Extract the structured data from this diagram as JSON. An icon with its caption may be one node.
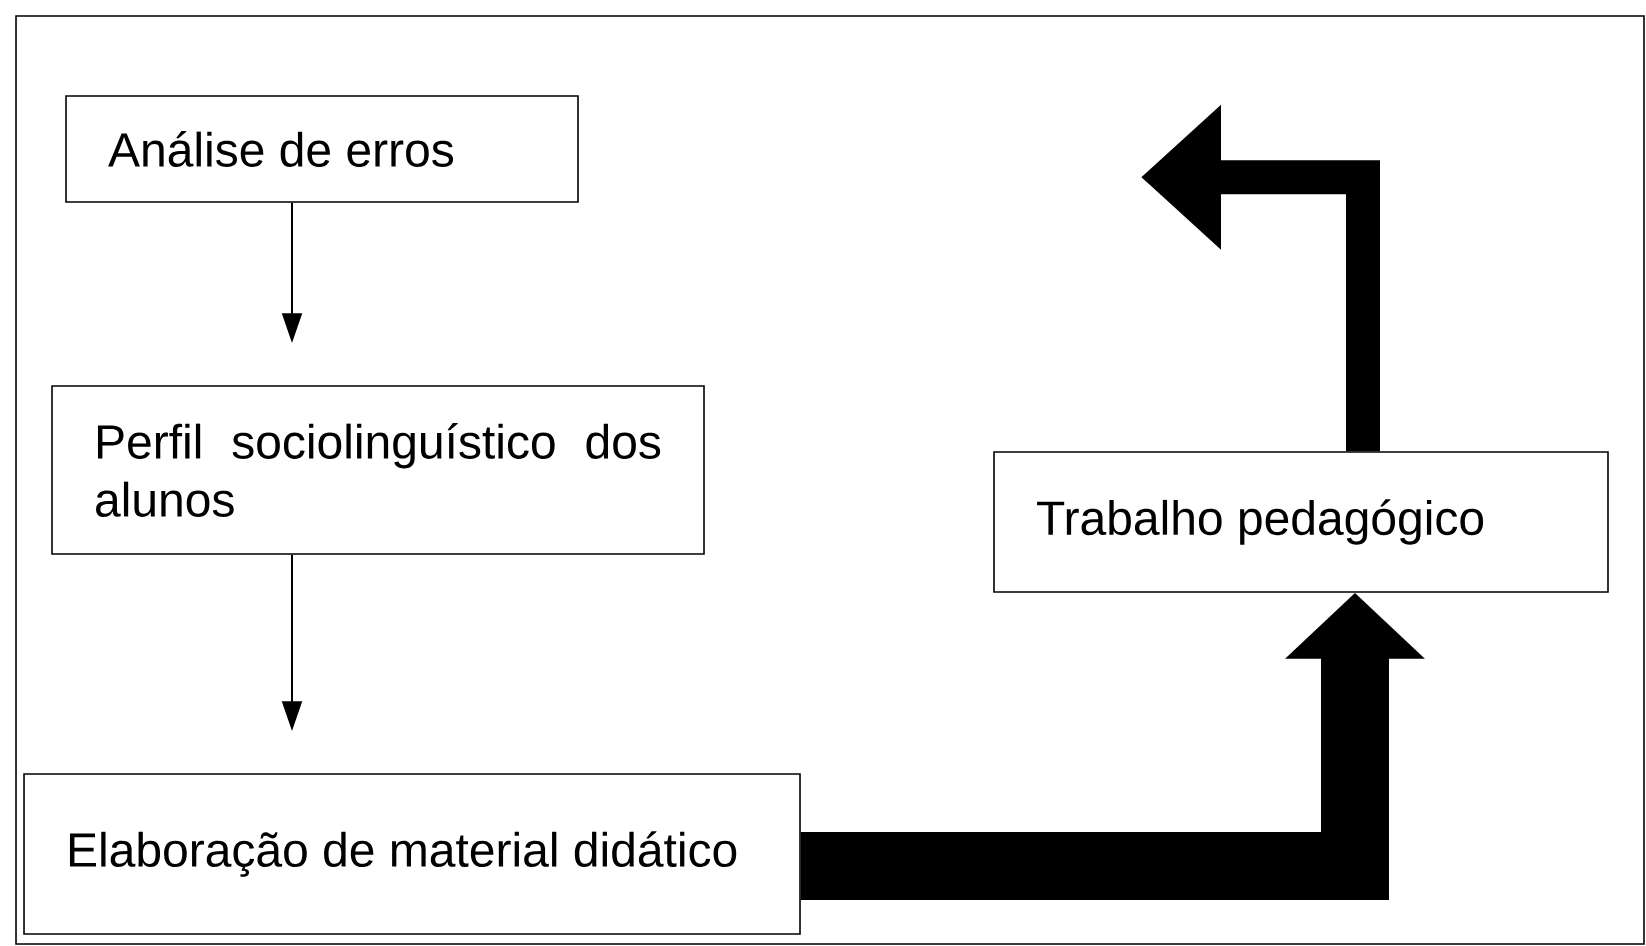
{
  "diagram": {
    "nodes": [
      {
        "text": [
          "Análise de erros"
        ]
      },
      {
        "text": [
          "Perfil sociolinguístico dos alunos"
        ]
      },
      {
        "text": [
          "Elaboração de material didático"
        ]
      },
      {
        "text": [
          "Trabalho pedagógico"
        ]
      }
    ],
    "edges": [
      {
        "from": 0,
        "to": 1,
        "arrow": "to"
      },
      {
        "from": 1,
        "to": 2,
        "arrow": "to"
      },
      {
        "from": 2,
        "to": 3,
        "arrow": "to",
        "style": "thick"
      },
      {
        "from": 3,
        "to": null,
        "arrow": "to",
        "style": "thick"
      }
    ]
  }
}
